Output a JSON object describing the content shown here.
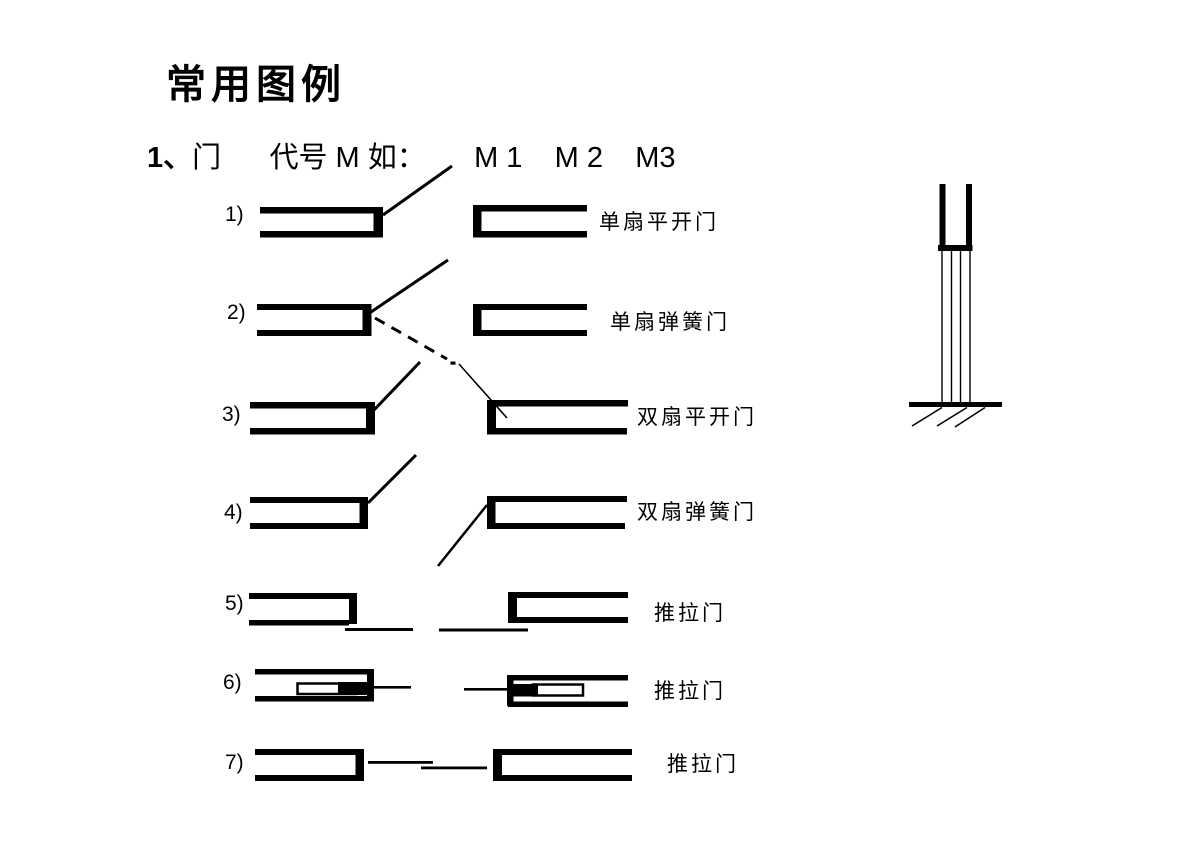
{
  "page": {
    "title": "常用图例",
    "section": {
      "prefix": "1、",
      "text": "门      代号 M 如：      M 1    M 2    M3"
    }
  },
  "legend_rows": [
    {
      "num": "1)",
      "label": "单扇平开门"
    },
    {
      "num": "2)",
      "label": "单扇弹簧门"
    },
    {
      "num": "3)",
      "label": "双扇平开门"
    },
    {
      "num": "4)",
      "label": "双扇弹簧门"
    },
    {
      "num": "5)",
      "label": "推拉门"
    },
    {
      "num": "6)",
      "label": "推拉门"
    },
    {
      "num": "7)",
      "label": "推拉门"
    }
  ],
  "colors": {
    "ink": "#000000",
    "background": "#ffffff"
  }
}
